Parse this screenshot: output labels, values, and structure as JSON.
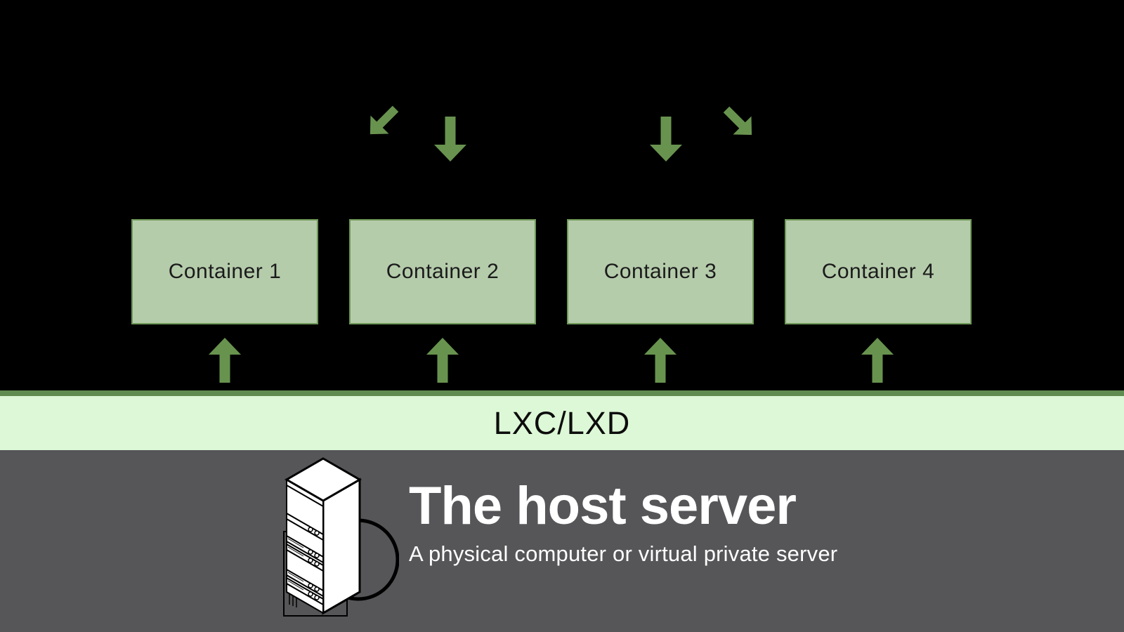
{
  "colors": {
    "background": "#000000",
    "container_fill": "#b5ccab",
    "container_border": "#6f9958",
    "arrow_green": "#68934f",
    "bar_border": "#5f8c50",
    "bar_fill": "#ddf8d6",
    "host_background": "#565659",
    "text_dark": "#1b1b1b",
    "text_light": "#ffffff"
  },
  "diagram": {
    "incoming_arrows": [
      "down-left-arrow-icon",
      "down-arrow-icon",
      "down-arrow-icon",
      "down-right-arrow-icon"
    ],
    "containers": [
      "Container 1",
      "Container 2",
      "Container 3",
      "Container 4"
    ],
    "host_link_arrows": [
      "up-arrow-icon",
      "up-arrow-icon",
      "up-arrow-icon",
      "up-arrow-icon"
    ],
    "middleware_label": "LXC/LXD",
    "host": {
      "icon": "server-rack-icon",
      "title": "The host server",
      "subtitle": "A physical computer or virtual private server"
    }
  }
}
